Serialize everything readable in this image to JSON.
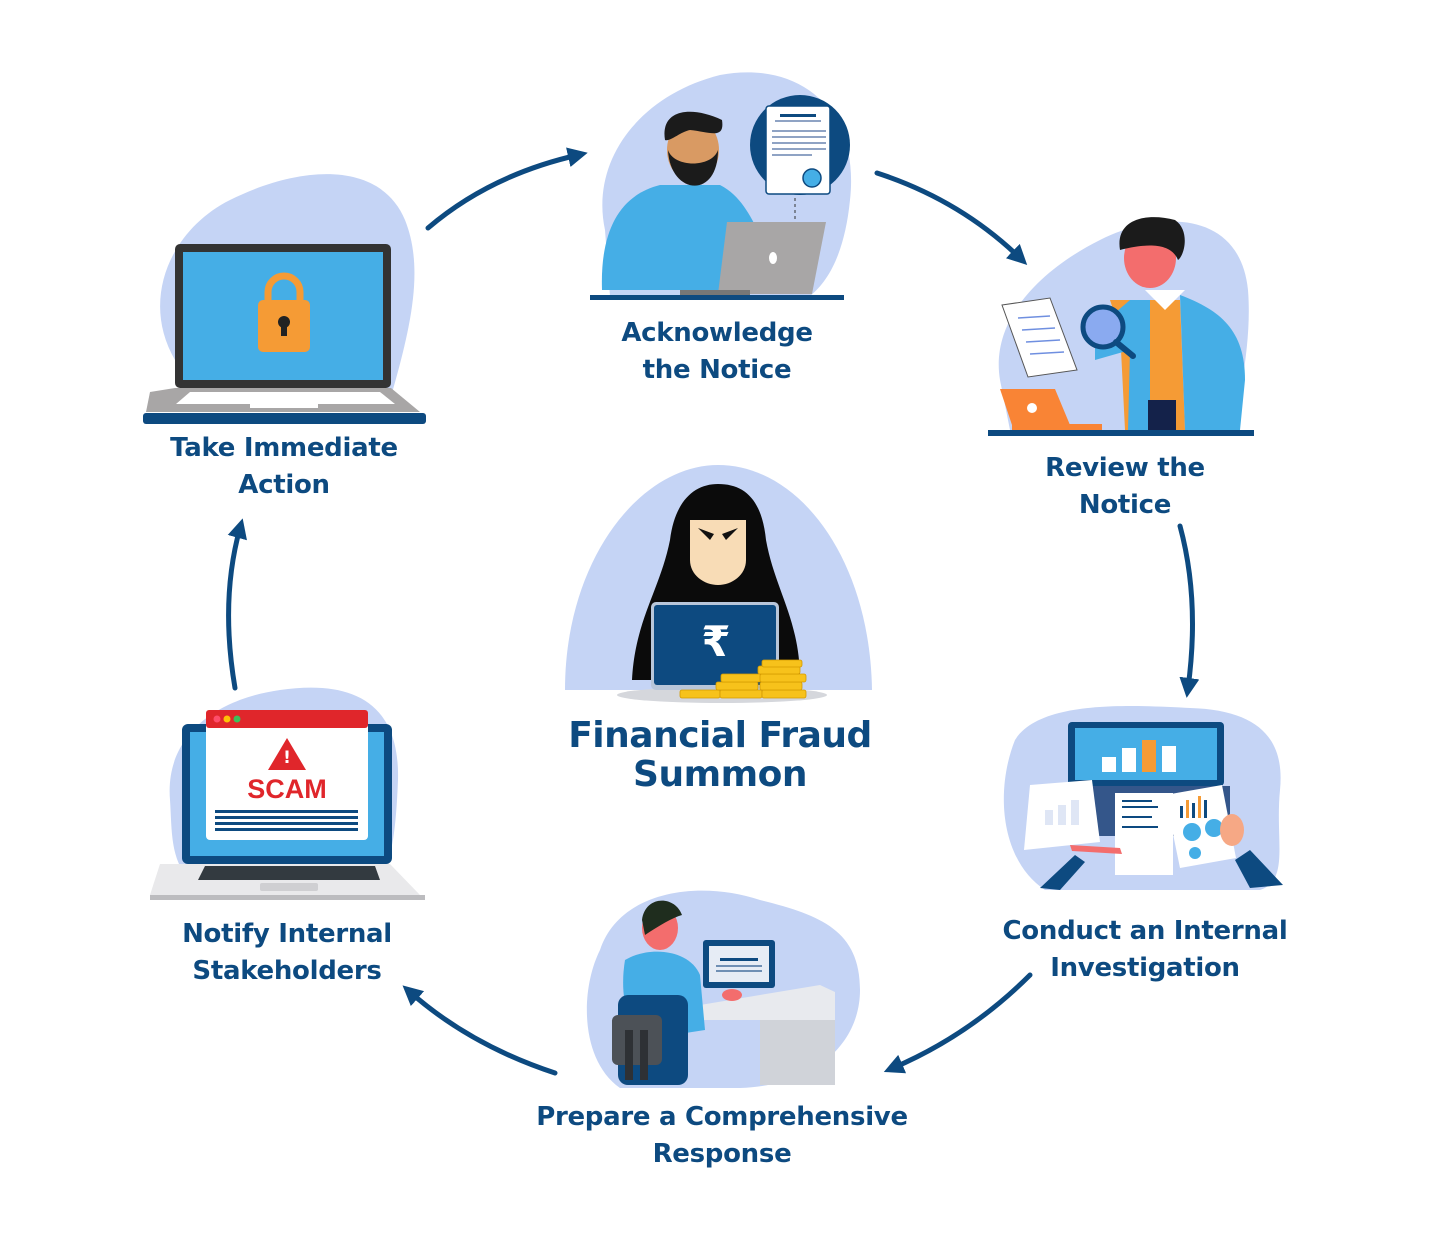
{
  "title": {
    "line1": "Financial Fraud",
    "line2": "Summon"
  },
  "center_icon": {
    "currency_symbol": "₹"
  },
  "steps": [
    {
      "id": "acknowledge",
      "line1": "Acknowledge",
      "line2": "the Notice",
      "icon": "person-laptop-document-icon"
    },
    {
      "id": "review",
      "line1": "Review the",
      "line2": "Notice",
      "icon": "magnifier-document-icon"
    },
    {
      "id": "investigate",
      "line1": "Conduct an Internal",
      "line2": "Investigation",
      "icon": "laptop-charts-icon"
    },
    {
      "id": "respond",
      "line1": "Prepare a Comprehensive",
      "line2": "Response",
      "icon": "person-desk-icon"
    },
    {
      "id": "notify",
      "line1": "Notify Internal",
      "line2": "Stakeholders",
      "icon": "scam-laptop-icon"
    },
    {
      "id": "action",
      "line1": "Take Immediate",
      "line2": "Action",
      "icon": "locked-laptop-icon"
    }
  ],
  "scam_screen": {
    "text": "SCAM",
    "alert": "!"
  },
  "colors": {
    "primary": "#0d4a80",
    "blob": "#c5d4f5",
    "sky": "#45aee6",
    "orange": "#f59b35",
    "red": "#e0262b"
  }
}
